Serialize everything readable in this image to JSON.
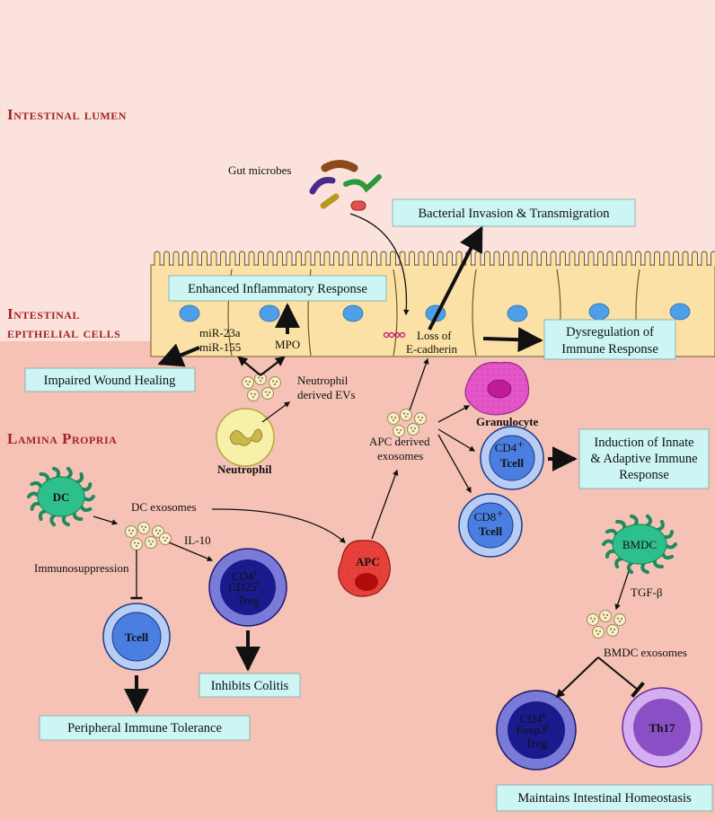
{
  "regions": {
    "lumen": "Intestinal lumen",
    "epithelial_1": "Intestinal",
    "epithelial_2": "epithelial cells",
    "lamina": "Lamina Propria"
  },
  "labels": {
    "gut_microbes": "Gut microbes",
    "mir23a": "miR-23a",
    "mir155": "miR-155",
    "mpo": "MPO",
    "neutrophil_ev_1": "Neutrophil",
    "neutrophil_ev_2": "derived EVs",
    "neutrophil": "Neutrophil",
    "loss_1": "Loss of",
    "loss_2": "E-cadherin",
    "granulocyte": "Granulocyte",
    "apc_exo_1": "APC derived",
    "apc_exo_2": "exosomes",
    "dc": "DC",
    "dc_exosomes": "DC exosomes",
    "il10": "IL-10",
    "immunosuppression": "Immunosuppression",
    "apc": "APC",
    "bmdc": "BMDC",
    "tgf_beta": "TGF-β",
    "bmdc_exosomes": "BMDC exosomes",
    "tcell": "Tcell",
    "tcell_cd4_top": "CD4",
    "tcell_cd4_sup": "+",
    "tcell_cd4": "Tcell",
    "tcell_cd8_top": "CD8",
    "tcell_cd8_sup": "+",
    "tcell_cd8": "Tcell",
    "treg1_a": "CD4",
    "treg1_a_sup": "+",
    "treg1_b": "CD25",
    "treg1_b_sup": "+",
    "treg1_c": "Treg",
    "treg2_a": "CD4",
    "treg2_a_sup": "+",
    "treg2_b": "Foxp3",
    "treg2_b_sup": "+",
    "treg2_c": "Treg",
    "th17": "Th17"
  },
  "boxes": {
    "bacterial_invasion": "Bacterial Invasion & Transmigration",
    "enhanced_inflammatory": "Enhanced Inflammatory Response",
    "dysregulation_1": "Dysregulation of",
    "dysregulation_2": "Immune Response",
    "impaired_wound": "Impaired Wound Healing",
    "induction_1": "Induction of Innate",
    "induction_2": "& Adaptive Immune",
    "induction_3": "Response",
    "inhibits_colitis": "Inhibits Colitis",
    "peripheral_tolerance": "Peripheral Immune Tolerance",
    "maintains_homeostasis": "Maintains Intestinal Homeostasis"
  },
  "colors": {
    "lumen_bg": "#fbe2dd",
    "lamina_bg": "#f5c2b5",
    "epithelium": "#fbe1a5",
    "nucleus": "#4d9fe8",
    "box_fill": "#ccf5f3",
    "region_text": "#a42222",
    "dc_green": "#2ec08c",
    "tcell_blue": "#4a7ee0",
    "treg_navy": "#1a1a8c",
    "th17_purple": "#8a4fc4",
    "apc_red": "#e8403a",
    "granulocyte_pink": "#e455c8",
    "neutrophil_yellow": "#f6f0a8"
  }
}
